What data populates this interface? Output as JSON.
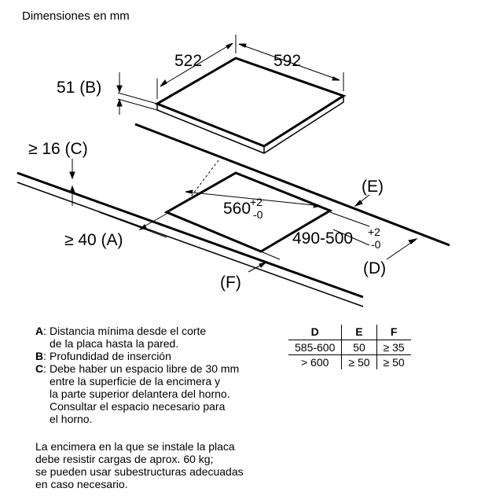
{
  "title": "Dimensiones en mm",
  "diagram": {
    "width_label": "522",
    "depth_label": "592",
    "b_label": "51 (B)",
    "c_label": "≥ 16 (C)",
    "a_label": "≥ 40 (A)",
    "e_label": "(E)",
    "f_label": "(F)",
    "d_label": "(D)",
    "cutout_width": "560",
    "cutout_width_tol_plus": "+2",
    "cutout_width_tol_minus": "-0",
    "cutout_depth": "490-500",
    "cutout_depth_tol_plus": "+2",
    "cutout_depth_tol_minus": "-0"
  },
  "legend": [
    {
      "key": "A",
      "text": "Distancia mínima desde el corte\nde la placa hasta la pared."
    },
    {
      "key": "B",
      "text": "Profundidad de inserción"
    },
    {
      "key": "C",
      "text": "Debe haber un espacio libre de 30 mm\nentre la superficie de la encimera y\nla parte superior delantera del horno.\nConsultar el espacio necesario para\nel horno."
    }
  ],
  "table": {
    "headers": [
      "D",
      "E",
      "F"
    ],
    "rows": [
      [
        "585-600",
        "50",
        "≥ 35"
      ],
      [
        "> 600",
        "≥ 50",
        "≥ 50"
      ]
    ]
  },
  "note": "La encimera en la que se instale la placa\ndebe resistir cargas de aprox. 60 kg;\nse pueden usar subestructuras adecuadas\nen caso necesario."
}
